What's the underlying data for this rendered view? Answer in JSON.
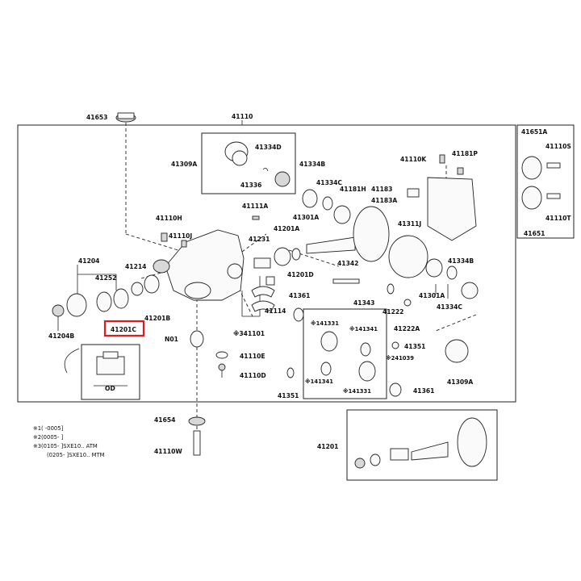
{
  "labels": {
    "l41653": "41653",
    "l41110": "41110",
    "l41651a": "41651A",
    "l41110s": "41110S",
    "l41110t": "41110T",
    "l41651": "41651",
    "l41309a_top": "41309A",
    "l41334d": "41334D",
    "l41336": "41336",
    "l41334b_top": "41334B",
    "l41334c_top": "41334C",
    "l41181h": "41181H",
    "l41183": "41183",
    "l41183a": "41183A",
    "l41110k": "41110K",
    "l41181p": "41181P",
    "l41111a": "41111A",
    "l41110h": "41110H",
    "l41110j": "41110J",
    "l41301a_top": "41301A",
    "l41311j": "41311J",
    "l41204": "41204",
    "l41214": "41214",
    "l41252": "41252",
    "l41231": "41231",
    "l41201a": "41201A",
    "l41201d": "41201D",
    "l41342": "41342",
    "l41334b_mid": "41334B",
    "l41301a_mid": "41301A",
    "l41334c_mid": "41334C",
    "l41201b": "41201B",
    "l41201c": "41201C",
    "l41204b": "41204B",
    "l41114": "41114",
    "l41101": "※341101",
    "l41361_top": "41361",
    "l41343": "41343",
    "l41222": "41222",
    "l41222a": "41222A",
    "l41351": "41351",
    "l41309a_bot": "41309A",
    "l41331_top": "※141331",
    "l41341_top": "※141341",
    "l41039": "※241039",
    "l41341_bot": "※141341",
    "l41331_bot": "※141331",
    "l41361_bot": "41361",
    "l41351_bot": "41351",
    "ln01": "N01",
    "l41110e": "41110E",
    "l41110d": "41110D",
    "l41654": "41654",
    "l41110w": "41110W",
    "l41201": "41201",
    "od": "OD"
  },
  "highlight": {
    "part_number": "41201C",
    "color": "#e01b1b"
  },
  "notes": [
    "※1(      -0005]",
    "※2(0005-        ]",
    "※3(0105-     ]SXE10.. ATM",
    "(0205-     ]SXE10.. MTM"
  ]
}
